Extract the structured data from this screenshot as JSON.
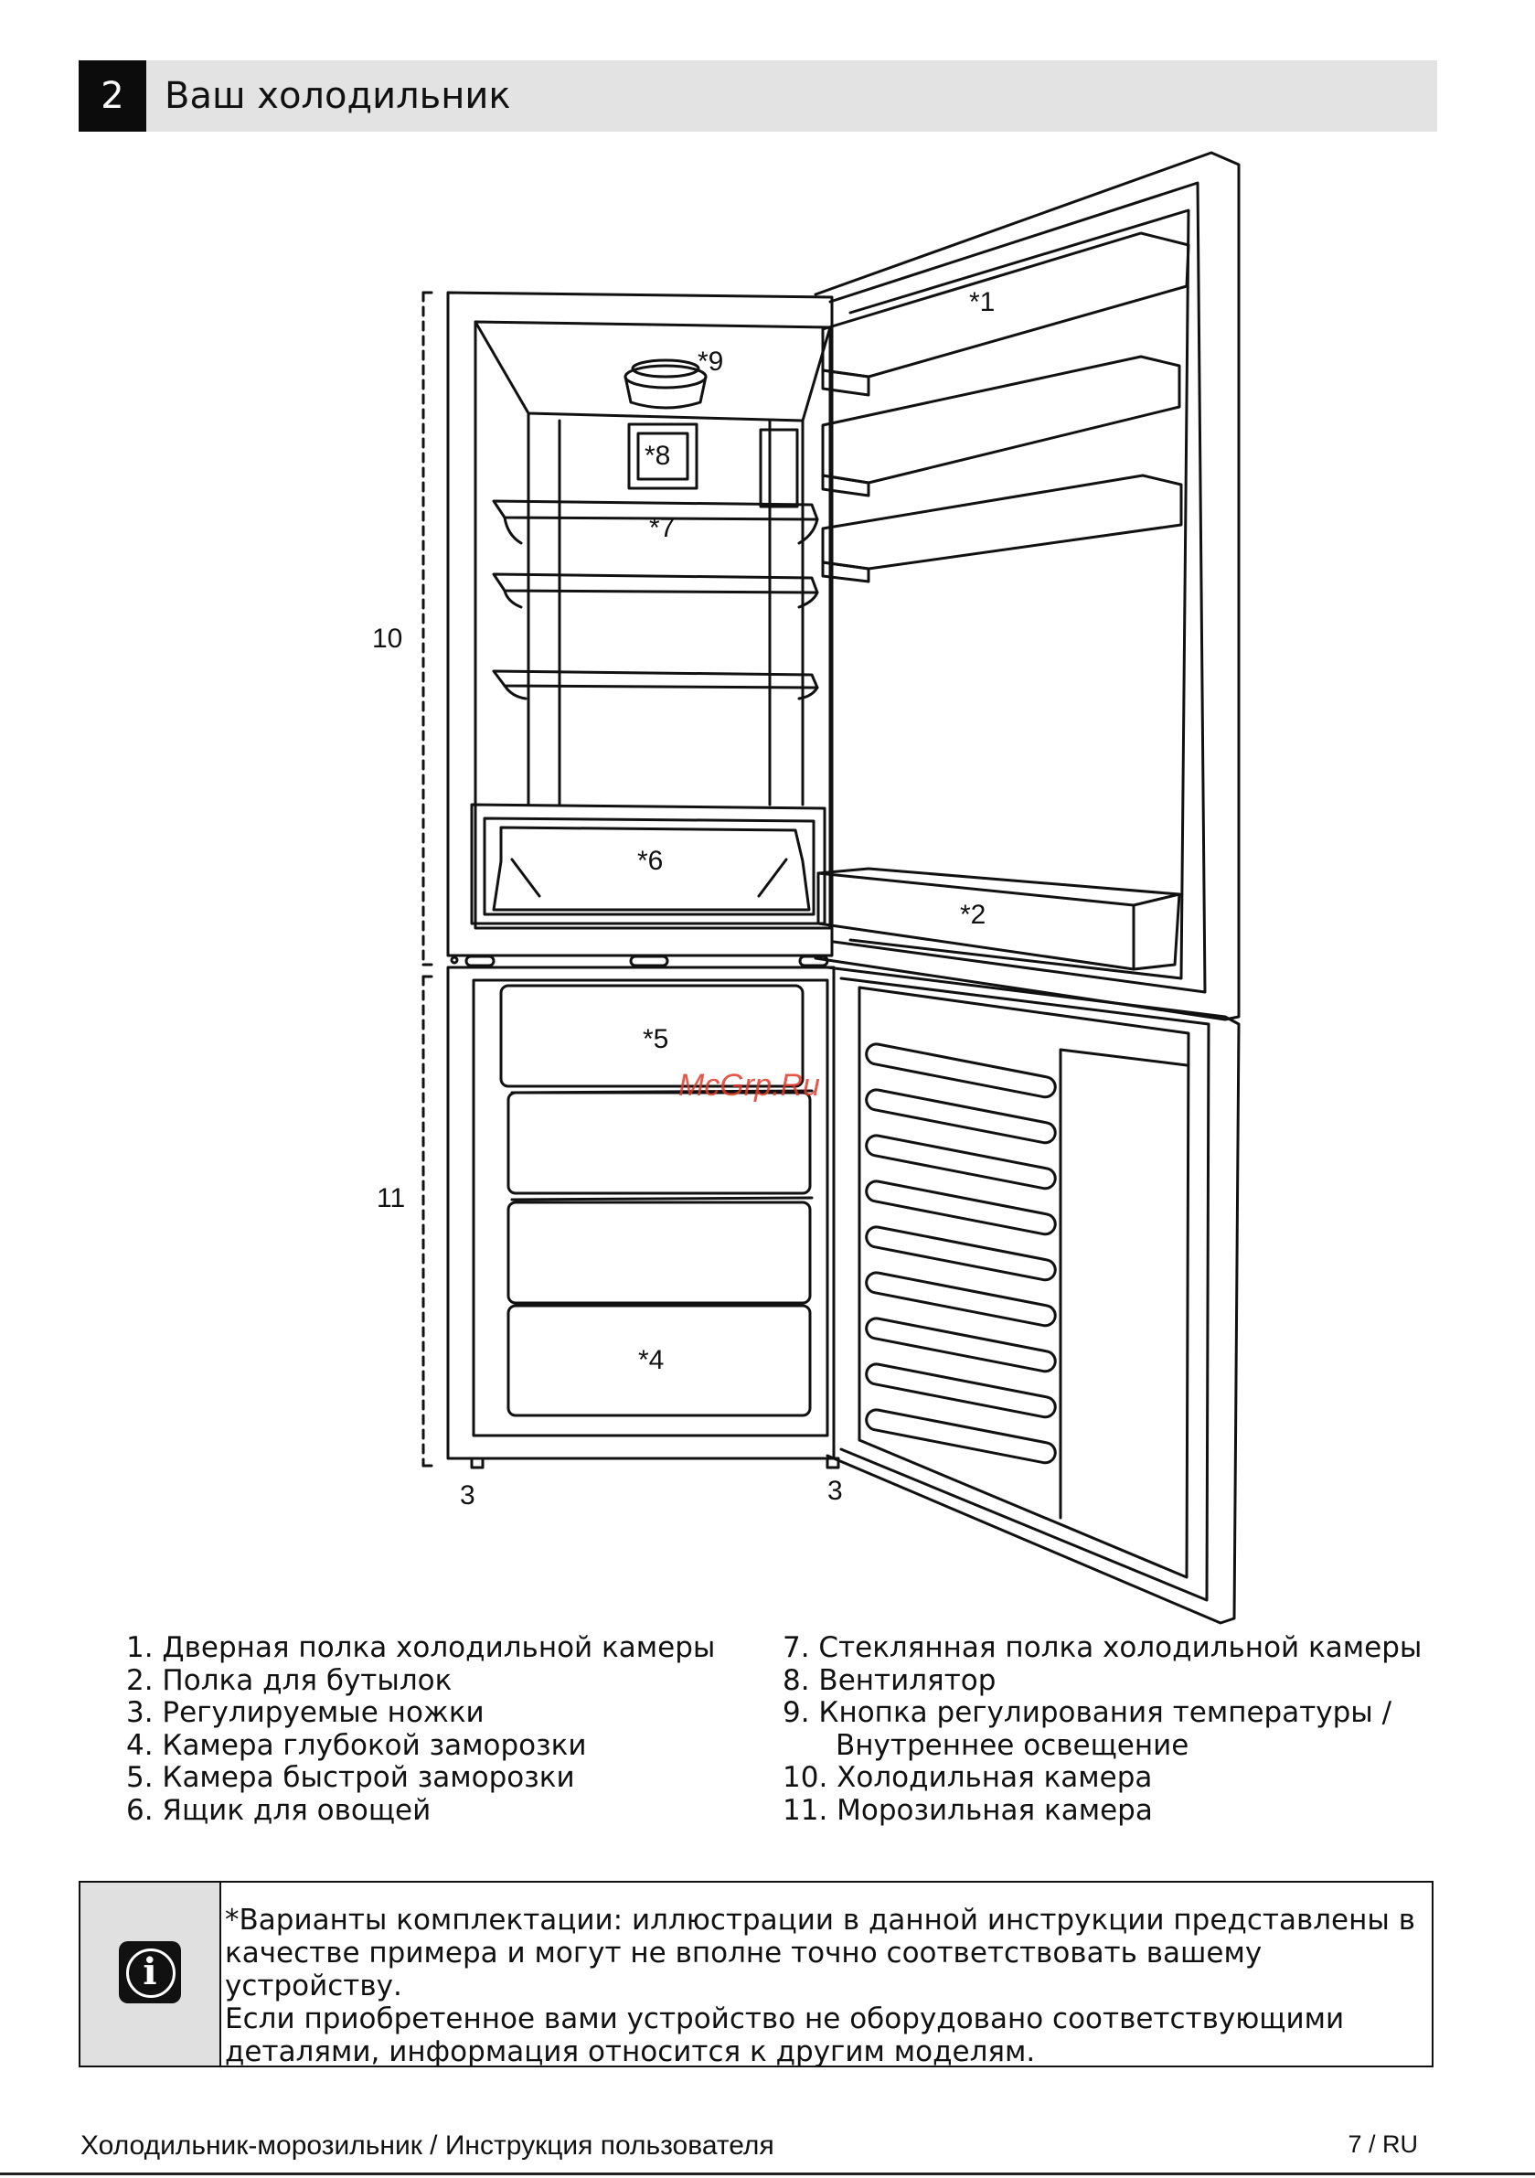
{
  "header": {
    "section_number": "2",
    "title": "Ваш холодильник"
  },
  "diagram": {
    "labels": {
      "door_shelf": "*1",
      "bottle_shelf": "*2",
      "feet_left": "3",
      "feet_right": "3",
      "deep_freeze": "*4",
      "fast_freeze": "*5",
      "crisper": "*6",
      "glass_shelf": "*7",
      "fan": "*8",
      "thermostat": "*9",
      "fridge_compartment": "10",
      "freezer_compartment": "11"
    },
    "watermark": "McGrp.Ru"
  },
  "legend": {
    "left": [
      "1. Дверная полка холодильной камеры",
      "2. Полка для бутылок",
      "3. Регулируемые ножки",
      "4. Камера глубокой заморозки",
      "5. Камера быстрой заморозки",
      "6. Ящик для овощей"
    ],
    "right": [
      "7. Стеклянная полка холодильной камеры",
      "8. Вентилятор",
      "9. Кнопка регулирования температуры /",
      "Внутреннее освещение",
      "10. Холодильная камера",
      "11. Морозильная камера"
    ]
  },
  "note": {
    "icon": "info-icon",
    "lines": [
      "*Варианты комплектации: иллюстрации в данной инструкции представлены в",
      "качестве примера и могут не вполне точно соответствовать вашему устройству.",
      "Если приобретенное вами устройство не оборудовано соответствующими",
      "деталями, информация относится к другим моделям."
    ]
  },
  "footer": {
    "left": "Холодильник-морозильник / Инструкция пользователя",
    "right": "7 / RU"
  }
}
